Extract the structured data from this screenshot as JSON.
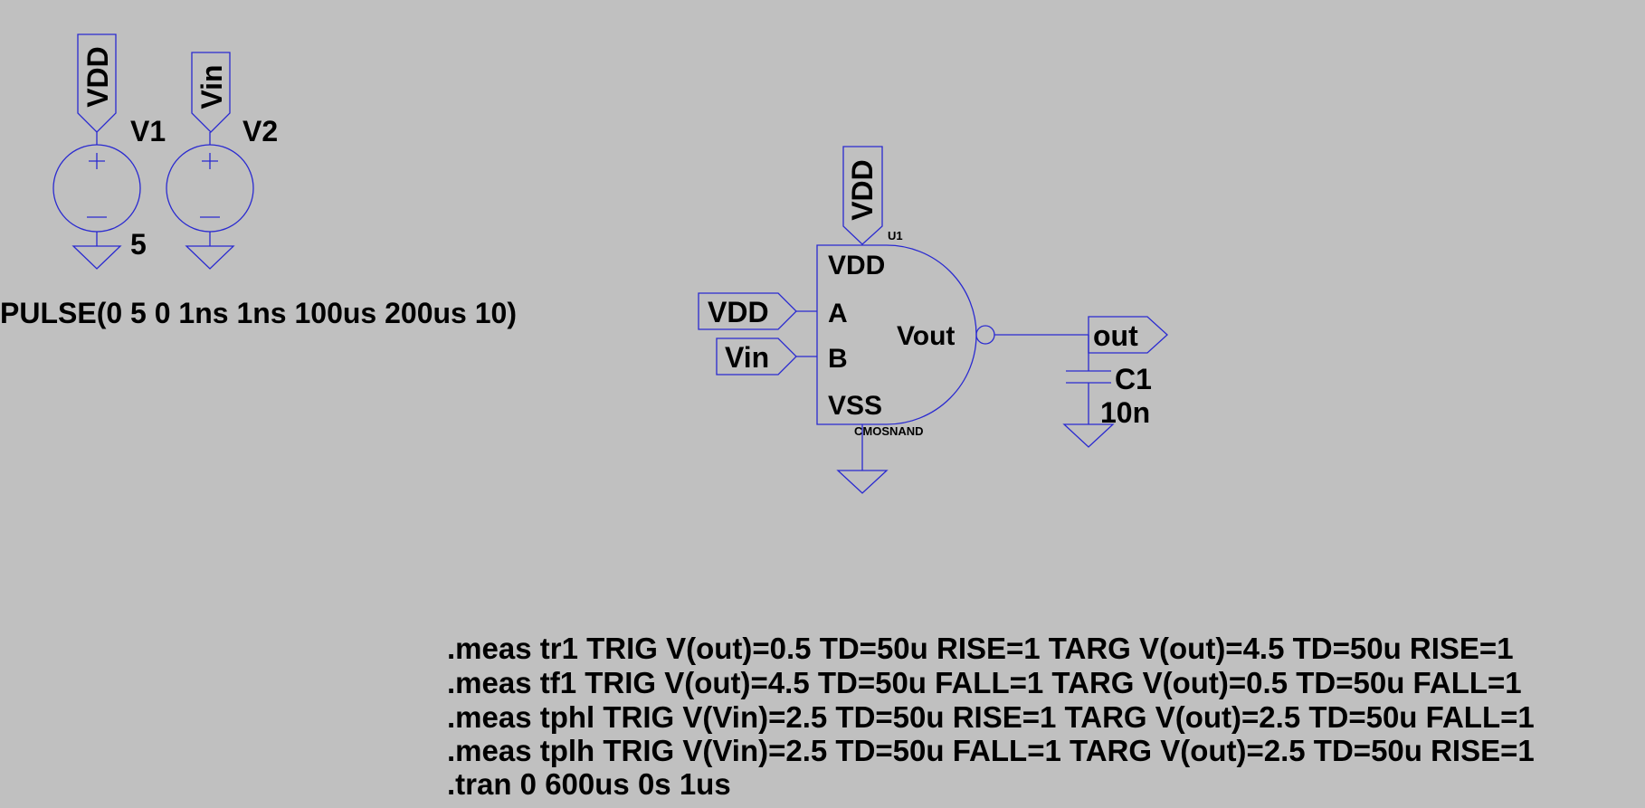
{
  "schematic": {
    "sources": [
      {
        "ref": "V1",
        "value": "5",
        "node_label": "VDD"
      },
      {
        "ref": "V2",
        "value": "",
        "node_label": "Vin"
      }
    ],
    "v2_waveform": "PULSE(0 5 0 1ns 1ns 100us 200us 10)",
    "gate": {
      "ref": "U1",
      "model": "CMOSNAND",
      "supply_label": "VDD",
      "pins": {
        "vdd": "VDD",
        "a": "A",
        "b": "B",
        "vss": "VSS",
        "out": "Vout"
      },
      "input_a_label": "VDD",
      "input_b_label": "Vin"
    },
    "output_label": "out",
    "capacitor": {
      "ref": "C1",
      "value": "10n"
    }
  },
  "directives": [
    ".meas tr1 TRIG V(out)=0.5 TD=50u RISE=1 TARG V(out)=4.5 TD=50u RISE=1",
    ".meas tf1 TRIG V(out)=4.5 TD=50u FALL=1 TARG V(out)=0.5 TD=50u FALL=1",
    ".meas tphl TRIG V(Vin)=2.5 TD=50u RISE=1 TARG V(out)=2.5 TD=50u FALL=1",
    ".meas tplh TRIG V(Vin)=2.5 TD=50u FALL=1 TARG V(out)=2.5 TD=50u RISE=1",
    ".tran 0 600us 0s 1us"
  ],
  "colors": {
    "background": "#c0c0c0",
    "wire": "#2a2ad0",
    "text": "#000000"
  }
}
